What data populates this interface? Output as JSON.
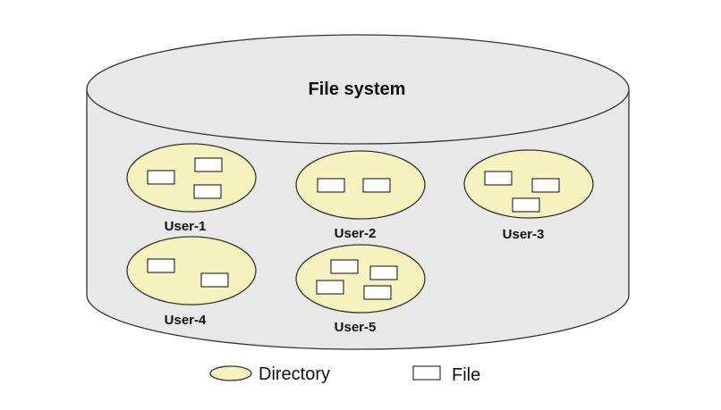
{
  "title": "File system",
  "colors": {
    "directory_fill": "#f5f2bd",
    "cylinder_fill": "#e8e8e8",
    "stroke": "#333333"
  },
  "users": [
    {
      "label": "User-1",
      "files": 3
    },
    {
      "label": "User-2",
      "files": 2
    },
    {
      "label": "User-3",
      "files": 3
    },
    {
      "label": "User-4",
      "files": 2
    },
    {
      "label": "User-5",
      "files": 4
    }
  ],
  "legend": {
    "directory": "Directory",
    "file": "File"
  }
}
